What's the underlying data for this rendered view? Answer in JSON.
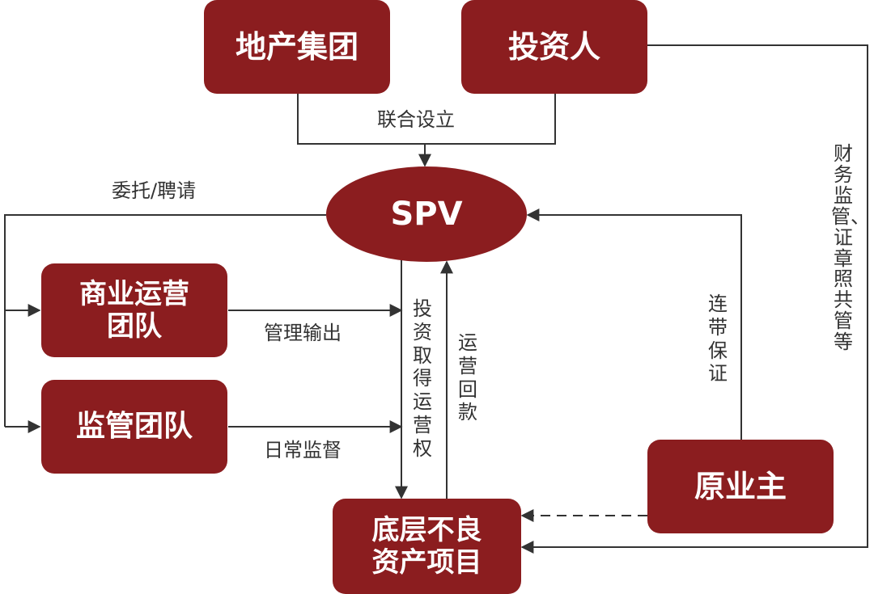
{
  "colors": {
    "node_fill": "#8b1d1f",
    "node_text": "#ffffff",
    "line": "#333333",
    "label_text": "#333333"
  },
  "nodes": {
    "developer": "地产集团",
    "investor": "投资人",
    "spv": "SPV",
    "commercial_team": "商业运营\n团队",
    "supervision_team": "监管团队",
    "original_owner": "原业主",
    "underlying_asset": "底层不良\n资产项目"
  },
  "edges": {
    "joint_establish": "联合设立",
    "entrust_hire": "委托/聘请",
    "management_output": "管理输出",
    "daily_supervision": "日常监督",
    "invest_acquire_rights": "投资取得运营权",
    "operating_repayment": "运营回款",
    "joint_guarantee": "连带保证",
    "financial_supervision": "财务监管、证章照共管等"
  }
}
